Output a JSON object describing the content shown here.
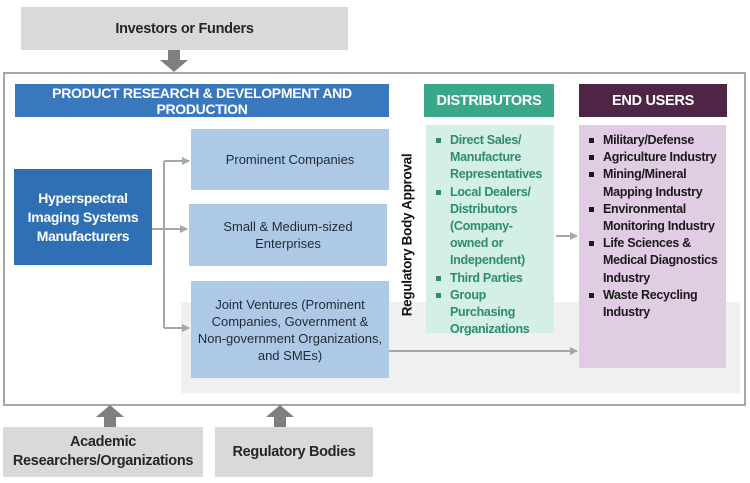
{
  "top": {
    "investors": "Investors or Funders"
  },
  "headers": {
    "product": "PRODUCT RESEARCH & DEVELOPMENT AND PRODUCTION",
    "distributors": "DISTRIBUTORS",
    "end_users": "END USERS"
  },
  "manufacturers": "Hyperspectral Imaging Systems Manufacturers",
  "segments": [
    "Prominent Companies",
    "Small & Medium-sized Enterprises",
    "Joint Ventures (Prominent Companies, Government & Non-government Organizations, and SMEs)"
  ],
  "regulatory_label": "Regulatory  Body Approval",
  "distributors": [
    "Direct Sales/ Manufacture Representatives",
    "Local Dealers/ Distributors (Company-owned or Independent)",
    "Third Parties",
    "Group Purchasing Organizations"
  ],
  "end_users": [
    "Military/Defense",
    "Agriculture Industry",
    "Mining/Mineral Mapping Industry",
    "Environmental Monitoring Industry",
    "Life Sciences & Medical Diagnostics Industry",
    "Waste Recycling Industry"
  ],
  "bottom": {
    "academic": "Academic Researchers/Organizations",
    "regulatory": "Regulatory Bodies"
  },
  "colors": {
    "product_header": "#3a78bd",
    "manufacturer": "#2f6fb4",
    "segment": "#adc9e6",
    "distributors_header": "#39a88a",
    "distributors_body": "#d3efe8",
    "end_users_header": "#4e2545",
    "end_users_body": "#e0cce3",
    "support_box": "#d9d9d9"
  }
}
